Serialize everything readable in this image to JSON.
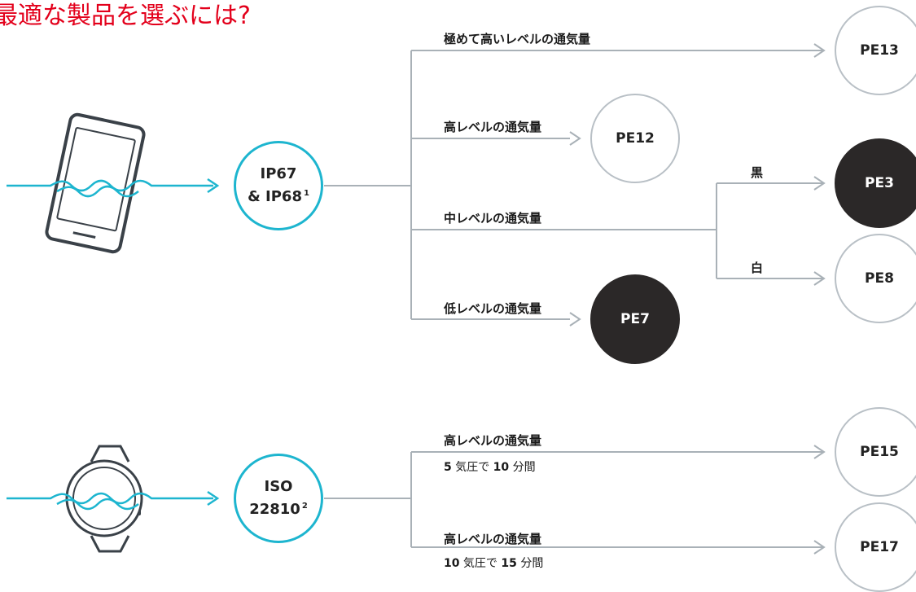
{
  "title": "最適な製品を選ぶには?",
  "colors": {
    "accent_red": "#e3001b",
    "cyan": "#1db5cf",
    "gray_line": "#a9b1b7",
    "dark_node": "#2b2828"
  },
  "icons": {
    "phone": "smartphone-icon",
    "watch": "smartwatch-icon",
    "wave": "water-wave-icon"
  },
  "groups": [
    {
      "standard": {
        "line1": "IP67",
        "line2": "& IP68",
        "note": "1"
      },
      "branches": [
        {
          "label": "極めて高いレベルの通気量",
          "product": "PE13"
        },
        {
          "label": "高レベルの通気量",
          "product": "PE12"
        },
        {
          "label": "中レベルの通気量",
          "sub_branches": [
            {
              "label": "黒",
              "product": "PE3"
            },
            {
              "label": "白",
              "product": "PE8"
            }
          ]
        },
        {
          "label": "低レベルの通気量",
          "product": "PE7"
        }
      ]
    },
    {
      "standard": {
        "line1": "ISO",
        "line2": "22810",
        "note": "2"
      },
      "branches": [
        {
          "label": "高レベルの通気量",
          "detail": {
            "n1": "5",
            "t1": " 気圧で ",
            "n2": "10",
            "t2": " 分間"
          },
          "product": "PE15"
        },
        {
          "label": "高レベルの通気量",
          "detail": {
            "n1": "10",
            "t1": " 気圧で ",
            "n2": "15",
            "t2": " 分間"
          },
          "product": "PE17"
        }
      ]
    }
  ]
}
